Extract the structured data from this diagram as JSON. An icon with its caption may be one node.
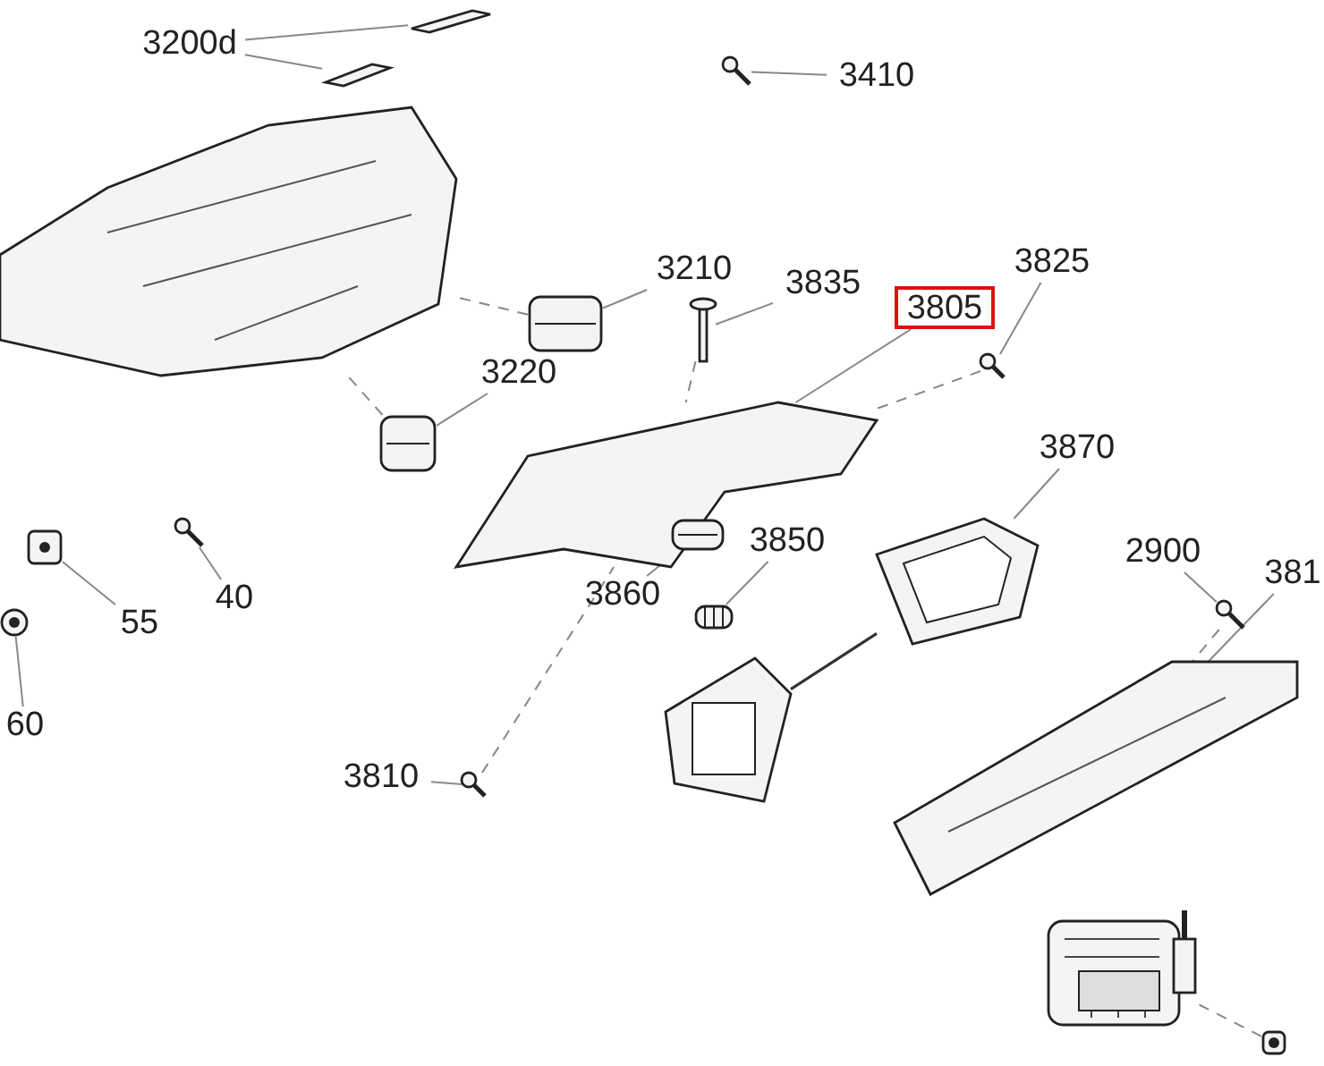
{
  "diagram": {
    "nodes": [
      {
        "text": [
          "3200d"
        ]
      },
      {
        "text": [
          "3410"
        ]
      },
      {
        "text": [
          "3210"
        ]
      },
      {
        "text": [
          "3835"
        ]
      },
      {
        "text": [
          "3805"
        ]
      },
      {
        "text": [
          "3825"
        ]
      },
      {
        "text": [
          "3220"
        ]
      },
      {
        "text": [
          "3870"
        ]
      },
      {
        "text": [
          "2900"
        ]
      },
      {
        "text": [
          "381"
        ]
      },
      {
        "text": [
          "55"
        ]
      },
      {
        "text": [
          "40"
        ]
      },
      {
        "text": [
          "3860"
        ]
      },
      {
        "text": [
          "3850"
        ]
      },
      {
        "text": [
          "60"
        ]
      },
      {
        "text": [
          "3810"
        ]
      },
      {
        "text": [],
        "shape": "picture"
      },
      {
        "text": [],
        "shape": "picture"
      },
      {
        "text": [],
        "shape": "picture"
      },
      {
        "text": [],
        "shape": "picture"
      },
      {
        "text": [],
        "shape": "picture"
      },
      {
        "text": [],
        "shape": "picture"
      },
      {
        "text": [],
        "shape": "picture"
      },
      {
        "text": [],
        "shape": "picture"
      },
      {
        "text": [],
        "shape": "picture"
      },
      {
        "text": [],
        "shape": "picture"
      },
      {
        "text": [],
        "shape": "picture"
      },
      {
        "text": [],
        "shape": "picture"
      },
      {
        "text": [],
        "shape": "picture"
      },
      {
        "text": [],
        "shape": "picture"
      },
      {
        "text": [],
        "shape": "picture",
        "in": 22
      },
      {
        "text": [],
        "shape": "picture"
      },
      {
        "text": [],
        "shape": "picture"
      },
      {
        "text": [],
        "shape": "picture"
      },
      {
        "text": [],
        "shape": "picture"
      },
      {
        "text": [],
        "shape": "picture"
      },
      {
        "text": [],
        "shape": "picture"
      }
    ],
    "edges": [
      {
        "from": 0,
        "to": 16,
        "arrow": "none"
      },
      {
        "from": 0,
        "to": 17,
        "arrow": "none"
      },
      {
        "from": 1,
        "to": 18,
        "arrow": "none"
      },
      {
        "from": 2,
        "to": 20,
        "arrow": "none"
      },
      {
        "from": 3,
        "to": 21,
        "arrow": "none"
      },
      {
        "from": 4,
        "to": 22,
        "arrow": "none"
      },
      {
        "from": 5,
        "to": 23,
        "arrow": "none"
      },
      {
        "from": 6,
        "to": 24,
        "arrow": "none"
      },
      {
        "from": 7,
        "to": 25,
        "arrow": "none"
      },
      {
        "from": 8,
        "to": 26,
        "arrow": "none"
      },
      {
        "from": 9,
        "to": 27,
        "arrow": "none"
      },
      {
        "from": 10,
        "to": 28,
        "arrow": "none"
      },
      {
        "from": 11,
        "to": 29,
        "arrow": "none"
      },
      {
        "from": 12,
        "to": 30,
        "arrow": "none"
      },
      {
        "from": 13,
        "to": 31,
        "arrow": "none"
      },
      {
        "from": 14,
        "to": 32,
        "arrow": "none"
      },
      {
        "from": 15,
        "to": 33,
        "arrow": "none"
      },
      {
        "from": 23,
        "to": 22,
        "arrow": "none",
        "style": "dashed"
      },
      {
        "from": 26,
        "to": 27,
        "arrow": "none",
        "style": "dashed"
      },
      {
        "from": 33,
        "to": 22,
        "arrow": "none",
        "style": "dashed"
      },
      {
        "from": 24,
        "to": 19,
        "arrow": "none",
        "style": "dashed"
      },
      {
        "from": 20,
        "to": 19,
        "arrow": "none",
        "style": "dashed"
      },
      {
        "from": 21,
        "to": 22,
        "arrow": "none",
        "style": "dashed"
      },
      {
        "from": 36,
        "to": 35,
        "arrow": "none",
        "style": "dashed"
      },
      {
        "from": 34,
        "to": 25,
        "arrow": "none",
        "color": "#333333"
      }
    ]
  }
}
